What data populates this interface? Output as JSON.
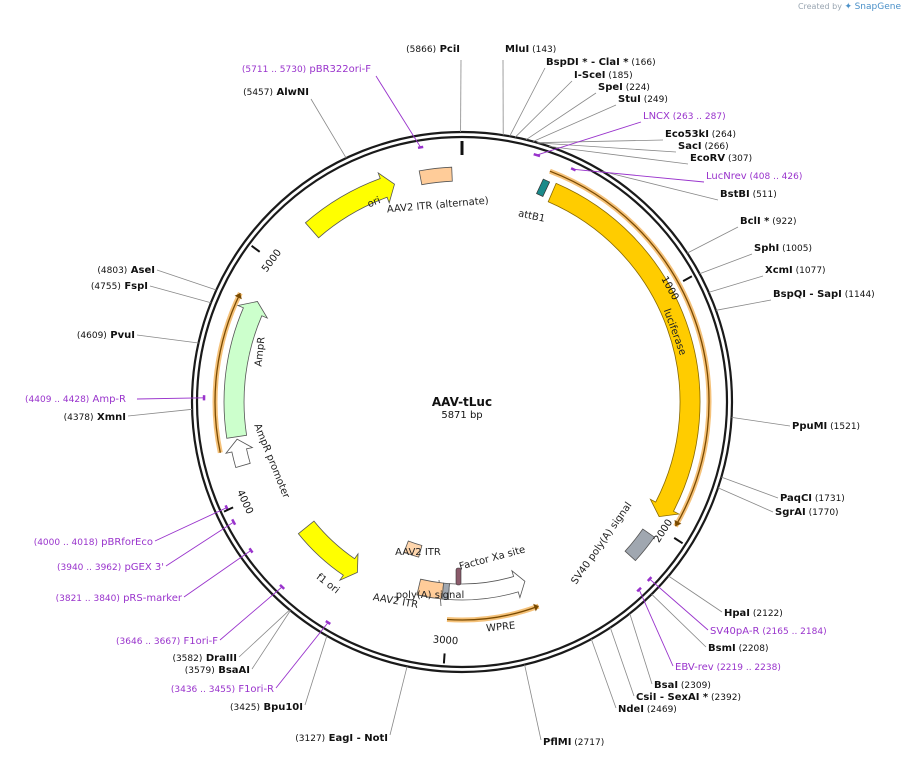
{
  "plasmid": {
    "name": "AAV-tLuc",
    "size_label": "5871 bp",
    "length": 5871
  },
  "branding": {
    "prefix": "Created by",
    "product": "SnapGene"
  },
  "ticks": [
    "1000",
    "2000",
    "3000",
    "4000",
    "5000"
  ],
  "features": [
    {
      "id": "ori",
      "label": "ori",
      "color": "#ffff00"
    },
    {
      "id": "aav2-itr-alt",
      "label": "AAV2 ITR (alternate)",
      "color": "#ffcc99"
    },
    {
      "id": "attb1",
      "label": "attB1",
      "color": "#1b8a8a"
    },
    {
      "id": "luciferase",
      "label": "luciferase",
      "color": "#ffcc00"
    },
    {
      "id": "sv40-polya",
      "label": "SV40 poly(A) signal",
      "color": "#a0a7b0"
    },
    {
      "id": "ampr",
      "label": "AmpR",
      "color": "#ccffcc"
    },
    {
      "id": "ampr-promoter",
      "label": "AmpR promoter",
      "color": "#ffffff"
    },
    {
      "id": "f1-ori",
      "label": "f1 ori",
      "color": "#ffff00"
    },
    {
      "id": "aav2-itr-1",
      "label": "AAV2 ITR",
      "color": "#ffd6ad"
    },
    {
      "id": "factor-xa",
      "label": "Factor Xa site",
      "color": "#8a5a6a"
    },
    {
      "id": "polya-signal",
      "label": "poly(A) signal",
      "color": "#a0a7b0"
    },
    {
      "id": "aav2-itr-2",
      "label": "AAV2 ITR",
      "color": "#ffcc99"
    },
    {
      "id": "wpre",
      "label": "WPRE",
      "color": "#ffffff"
    }
  ],
  "sites": [
    {
      "name": "PciI",
      "pos": "(5866)"
    },
    {
      "name": "MluI",
      "pos": "(143)"
    },
    {
      "name": "BspDI * - ClaI *",
      "pos": "(166)"
    },
    {
      "name": "I-SceI",
      "pos": "(185)"
    },
    {
      "name": "SpeI",
      "pos": "(224)"
    },
    {
      "name": "StuI",
      "pos": "(249)"
    },
    {
      "name": "Eco53kI",
      "pos": "(264)"
    },
    {
      "name": "SacI",
      "pos": "(266)"
    },
    {
      "name": "EcoRV",
      "pos": "(307)"
    },
    {
      "name": "BstBI",
      "pos": "(511)"
    },
    {
      "name": "BclI *",
      "pos": "(922)"
    },
    {
      "name": "SphI",
      "pos": "(1005)"
    },
    {
      "name": "XcmI",
      "pos": "(1077)"
    },
    {
      "name": "BspQI - SapI",
      "pos": "(1144)"
    },
    {
      "name": "PpuMI",
      "pos": "(1521)"
    },
    {
      "name": "PaqCI",
      "pos": "(1731)"
    },
    {
      "name": "SgrAI",
      "pos": "(1770)"
    },
    {
      "name": "HpaI",
      "pos": "(2122)"
    },
    {
      "name": "BsmI",
      "pos": "(2208)"
    },
    {
      "name": "BsaI",
      "pos": "(2309)"
    },
    {
      "name": "CsiI - SexAI *",
      "pos": "(2392)"
    },
    {
      "name": "NdeI",
      "pos": "(2469)"
    },
    {
      "name": "PflMI",
      "pos": "(2717)"
    },
    {
      "name": "EagI - NotI",
      "pos": "(3127)"
    },
    {
      "name": "Bpu10I",
      "pos": "(3425)"
    },
    {
      "name": "BsaAI",
      "pos": "(3579)"
    },
    {
      "name": "DraIII",
      "pos": "(3582)"
    },
    {
      "name": "PvuI",
      "pos": "(4609)"
    },
    {
      "name": "FspI",
      "pos": "(4755)"
    },
    {
      "name": "AseI",
      "pos": "(4803)"
    },
    {
      "name": "AlwNI",
      "pos": "(5457)"
    },
    {
      "name": "XmnI",
      "pos": "(4378)"
    }
  ],
  "primers": [
    {
      "name": "pBR322ori-F",
      "range": "(5711 .. 5730)"
    },
    {
      "name": "LNCX",
      "range": "(263 .. 287)"
    },
    {
      "name": "LucNrev",
      "range": "(408 .. 426)"
    },
    {
      "name": "Amp-R",
      "range": "(4409 .. 4428)"
    },
    {
      "name": "pBRforEco",
      "range": "(4000 .. 4018)"
    },
    {
      "name": "pGEX 3'",
      "range": "(3940 .. 3962)"
    },
    {
      "name": "pRS-marker",
      "range": "(3821 .. 3840)"
    },
    {
      "name": "F1ori-F",
      "range": "(3646 .. 3667)"
    },
    {
      "name": "F1ori-R",
      "range": "(3436 .. 3455)"
    },
    {
      "name": "SV40pA-R",
      "range": "(2165 .. 2184)"
    },
    {
      "name": "EBV-rev",
      "range": "(2219 .. 2238)"
    }
  ],
  "colors": {
    "backbone": "#1a1a1a",
    "primer": "#9933cc",
    "site_line": "#888888",
    "text": "#111111"
  }
}
